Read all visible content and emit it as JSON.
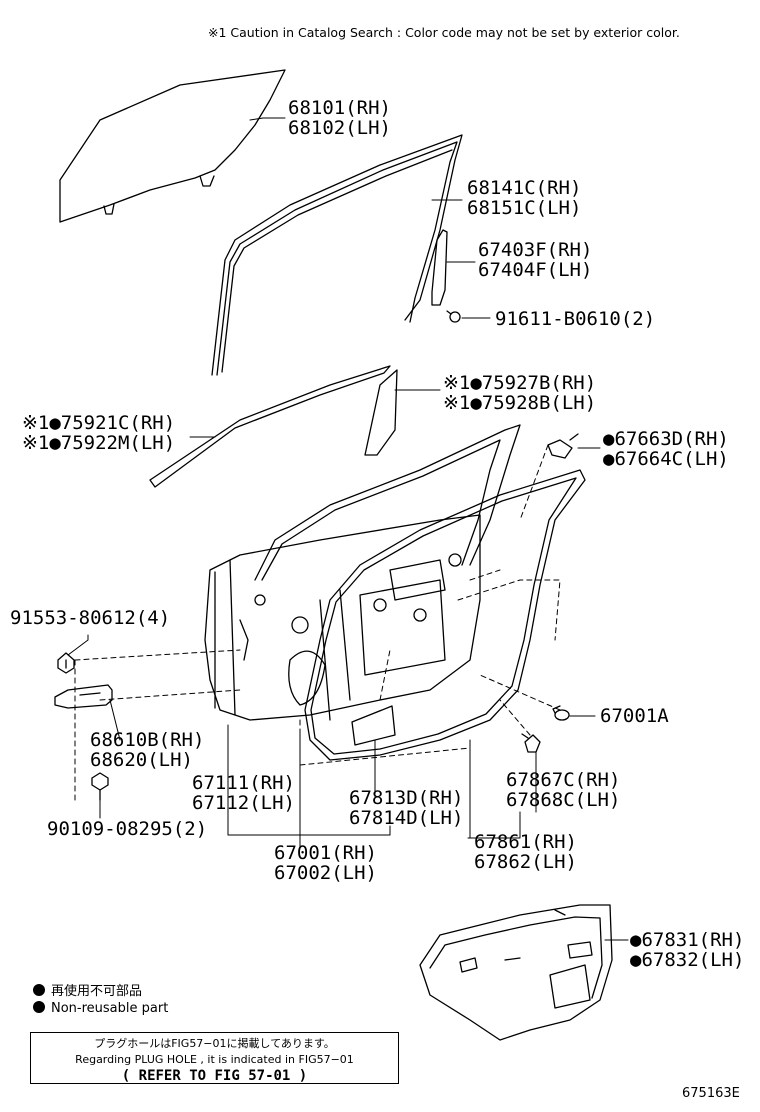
{
  "caution_note": "※1 Caution in Catalog Search : Color code may not be set by exterior color.",
  "parts": {
    "p68101": "68101(RH)",
    "p68102": "68102(LH)",
    "p68141": "68141C(RH)",
    "p68151": "68151C(LH)",
    "p67403": "67403F(RH)",
    "p67404": "67404F(LH)",
    "p91611": "91611-B0610(2)",
    "p75927": "※1●75927B(RH)",
    "p75928": "※1●75928B(LH)",
    "p75921": "※1●75921C(RH)",
    "p75922": "※1●75922M(LH)",
    "p67663": "●67663D(RH)",
    "p67664": "●67664C(LH)",
    "p91553": "91553-80612(4)",
    "p68610": "68610B(RH)",
    "p68620": "68620(LH)",
    "p90109": "90109-08295(2)",
    "p67111": "67111(RH)",
    "p67112": "67112(LH)",
    "p67001a": "67001A",
    "p67813": "67813D(RH)",
    "p67814": "67814D(LH)",
    "p67867": "67867C(RH)",
    "p67868": "67868C(LH)",
    "p67001": "67001(RH)",
    "p67002": "67002(LH)",
    "p67861": "67861(RH)",
    "p67862": "67862(LH)",
    "p67831": "●67831(RH)",
    "p67832": "●67832(LH)"
  },
  "legend": {
    "jp": "再使用不可部品",
    "en": "Non-reusable part"
  },
  "note_box": {
    "line1": "プラグホールはFIG57−01に掲載してあります。",
    "line2": "Regarding PLUG HOLE , it is indicated in FIG57−01",
    "line3": "( REFER TO FIG 57-01 )"
  },
  "figure_id": "675163E"
}
